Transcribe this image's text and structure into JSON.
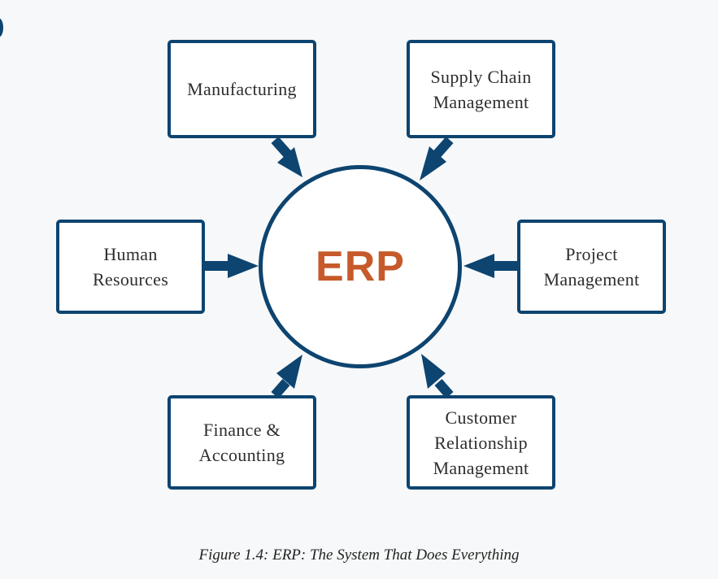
{
  "diagram": {
    "center": "ERP",
    "modules": {
      "manufacturing": "Manufacturing",
      "supply_chain": "Supply Chain\nManagement",
      "human_resources": "Human\nResources",
      "project_management": "Project\nManagement",
      "finance": "Finance &\nAccounting",
      "crm": "Customer\nRelationship\nManagement"
    }
  },
  "caption": "Figure 1.4: ERP: The System That Does Everything",
  "colors": {
    "border": "#0d4470",
    "center_text": "#c65a2a",
    "background": "#f7f8f9"
  }
}
